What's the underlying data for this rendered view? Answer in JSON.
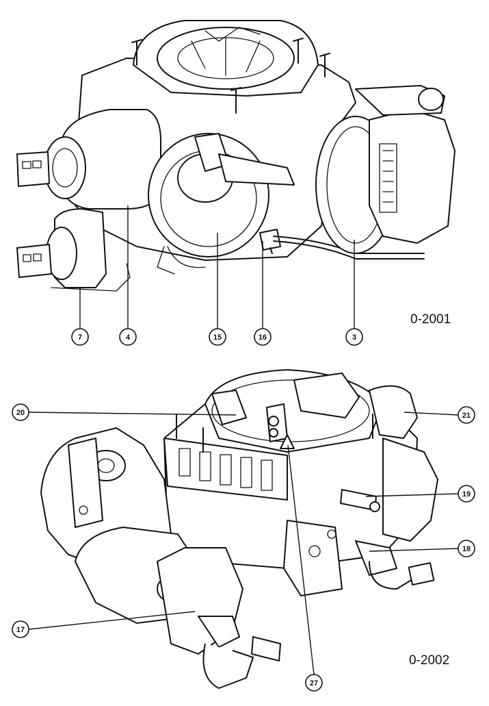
{
  "figures": [
    {
      "code": "0-2001",
      "callouts": [
        {
          "id": "c7",
          "label": "7"
        },
        {
          "id": "c4",
          "label": "4"
        },
        {
          "id": "c15",
          "label": "15"
        },
        {
          "id": "c16",
          "label": "16"
        },
        {
          "id": "c3",
          "label": "3"
        }
      ]
    },
    {
      "code": "0-2002",
      "callouts": [
        {
          "id": "c20",
          "label": "20"
        },
        {
          "id": "c21",
          "label": "21"
        },
        {
          "id": "c19",
          "label": "19"
        },
        {
          "id": "c18",
          "label": "18"
        },
        {
          "id": "c17",
          "label": "17"
        },
        {
          "id": "c27",
          "label": "27"
        }
      ]
    }
  ]
}
